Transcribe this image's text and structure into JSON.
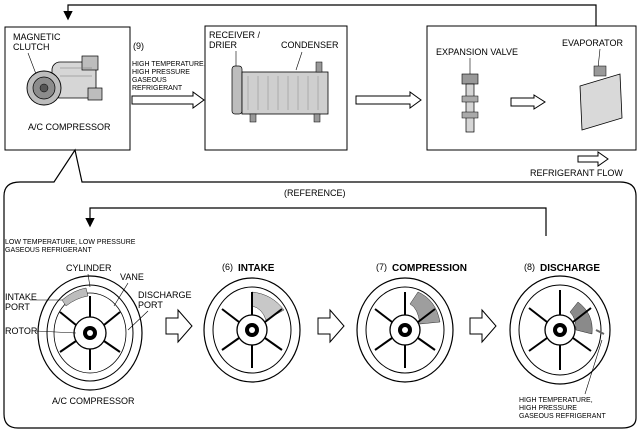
{
  "top": {
    "compressor_box": {
      "magnetic_clutch": [
        "MAGNETIC",
        "CLUTCH"
      ],
      "component_label": "A/C COMPRESSOR"
    },
    "step_9": {
      "number": "(9)",
      "state": [
        "HIGH TEMPERATURE,",
        "HIGH PRESSURE",
        "GASEOUS",
        "REFRIGERANT"
      ]
    },
    "receiver_box": {
      "receiver_drier": [
        "RECEIVER /",
        "DRIER"
      ],
      "condenser": "CONDENSER"
    },
    "evaporator_box": {
      "expansion_valve": "EXPANSION VALVE",
      "evaporator": "EVAPORATOR"
    },
    "legend": "REFRIGERANT FLOW"
  },
  "reference": {
    "title": "(REFERENCE)",
    "intake_state": [
      "LOW TEMPERATURE, LOW PRESSURE",
      "GASEOUS REFRIGERANT"
    ],
    "parts": {
      "cylinder": "CYLINDER",
      "vane": "VANE",
      "intake_port": [
        "INTAKE",
        "PORT"
      ],
      "discharge_port": [
        "DISCHARGE",
        "PORT"
      ],
      "rotor": "ROTOR",
      "compressor": "A/C COMPRESSOR"
    },
    "stages": [
      {
        "num": "(6)",
        "name": "INTAKE"
      },
      {
        "num": "(7)",
        "name": "COMPRESSION"
      },
      {
        "num": "(8)",
        "name": "DISCHARGE"
      }
    ],
    "discharge_state": [
      "HIGH TEMPERATURE,",
      "HIGH PRESSURE",
      "GASEOUS REFRIGERANT"
    ]
  }
}
